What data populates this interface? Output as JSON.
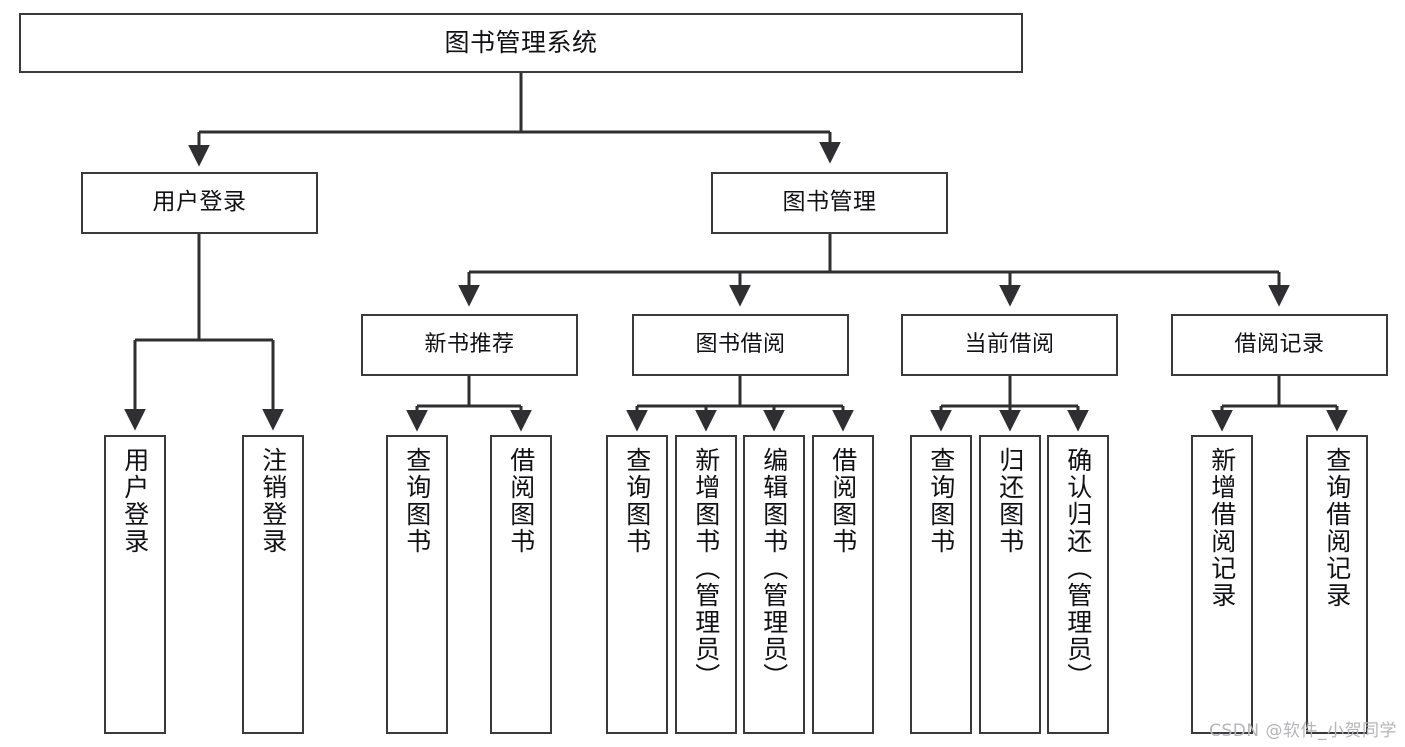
{
  "diagram": {
    "title": "图书管理系统",
    "watermark": "CSDN @软件_小贺同学",
    "colors": {
      "box_border": "#3a3a3c",
      "box_fill": "#ffffff",
      "connector": "#2f2f31",
      "text": "#111114",
      "watermark": "#b6b6b8"
    },
    "root": {
      "label": "图书管理系统"
    },
    "level1": [
      {
        "label": "用户登录"
      },
      {
        "label": "图书管理"
      }
    ],
    "level2": [
      {
        "label": "新书推荐"
      },
      {
        "label": "图书借阅"
      },
      {
        "label": "当前借阅"
      },
      {
        "label": "借阅记录"
      }
    ],
    "leaves": {
      "user_login": [
        {
          "label": "用户登录"
        },
        {
          "label": "注销登录"
        }
      ],
      "new_book_recommend": [
        {
          "label": "查询图书"
        },
        {
          "label": "借阅图书"
        }
      ],
      "book_borrow": [
        {
          "label": "查询图书"
        },
        {
          "label": "新增图书（管理员）"
        },
        {
          "label": "编辑图书（管理员）"
        },
        {
          "label": "借阅图书"
        }
      ],
      "current_borrow": [
        {
          "label": "查询图书"
        },
        {
          "label": "归还图书"
        },
        {
          "label": "确认归还（管理员）"
        }
      ],
      "borrow_record": [
        {
          "label": "新增借阅记录"
        },
        {
          "label": "查询借阅记录"
        }
      ]
    }
  }
}
